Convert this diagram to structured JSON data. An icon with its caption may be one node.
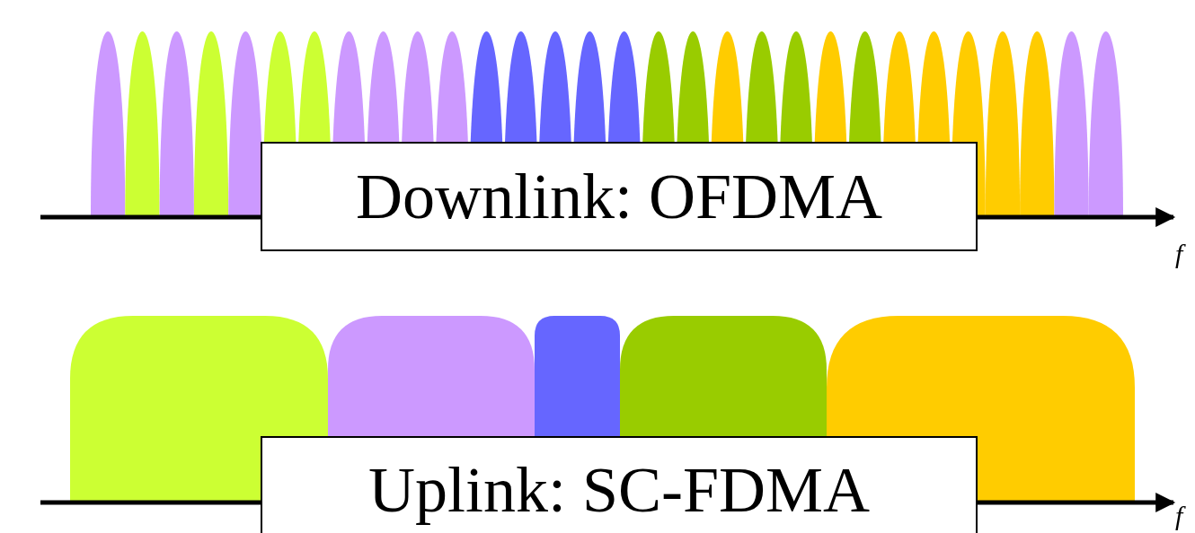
{
  "diagram": {
    "nodes": [
      {
        "text": [
          "Downlink: OFDMA"
        ]
      },
      {
        "text": [
          "Uplink: SC-FDMA"
        ]
      }
    ],
    "labels": [
      "f",
      "f"
    ]
  }
}
